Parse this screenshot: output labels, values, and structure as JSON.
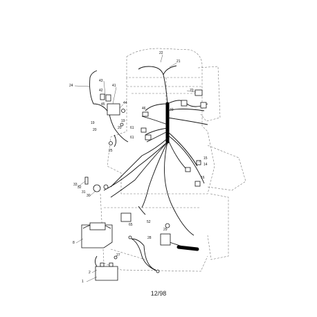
{
  "callouts": [
    "22",
    "21",
    "24",
    "43",
    "41",
    "42",
    "44",
    "45",
    "19",
    "20",
    "19",
    "20",
    "25",
    "46",
    "70",
    "40",
    "61",
    "61",
    "15",
    "14",
    "16",
    "33",
    "32",
    "31",
    "30",
    "65",
    "52",
    "29",
    "28",
    "8",
    "27",
    "2",
    "1"
  ],
  "footer": "12/98"
}
